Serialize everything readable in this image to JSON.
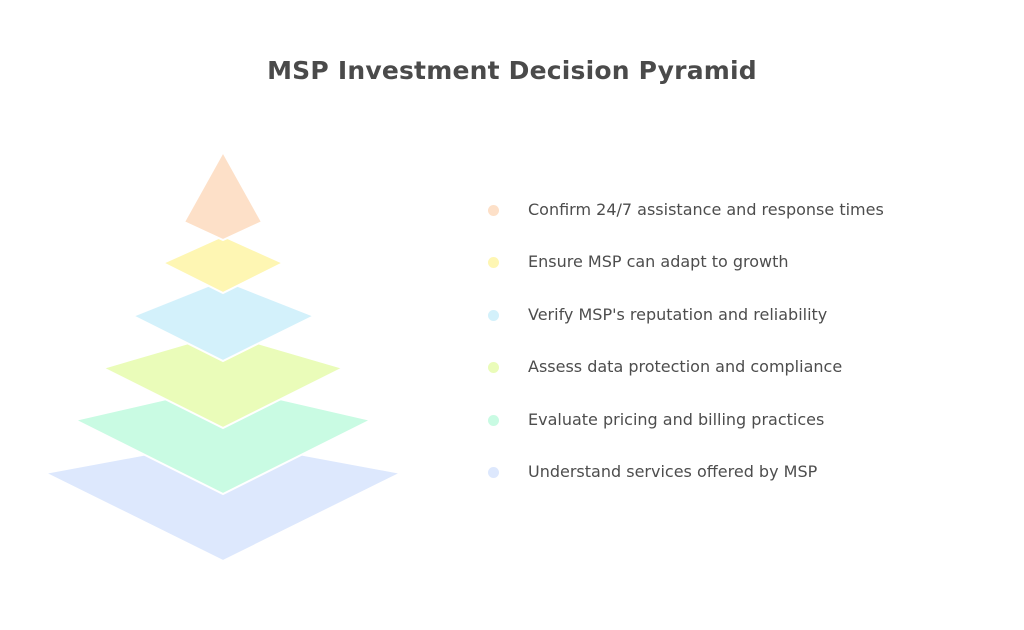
{
  "title": "MSP Investment Decision Pyramid",
  "levels": [
    {
      "label": "Confirm 24/7 assistance and response times",
      "color": "#fde0c8"
    },
    {
      "label": "Ensure MSP can adapt to growth",
      "color": "#fef6b3"
    },
    {
      "label": "Verify MSP's reputation and reliability",
      "color": "#d3f1fb"
    },
    {
      "label": "Assess data protection and compliance",
      "color": "#eafcb9"
    },
    {
      "label": "Evaluate pricing and billing practices",
      "color": "#c9fbe3"
    },
    {
      "label": "Understand services offered by MSP",
      "color": "#dde8fd"
    }
  ]
}
